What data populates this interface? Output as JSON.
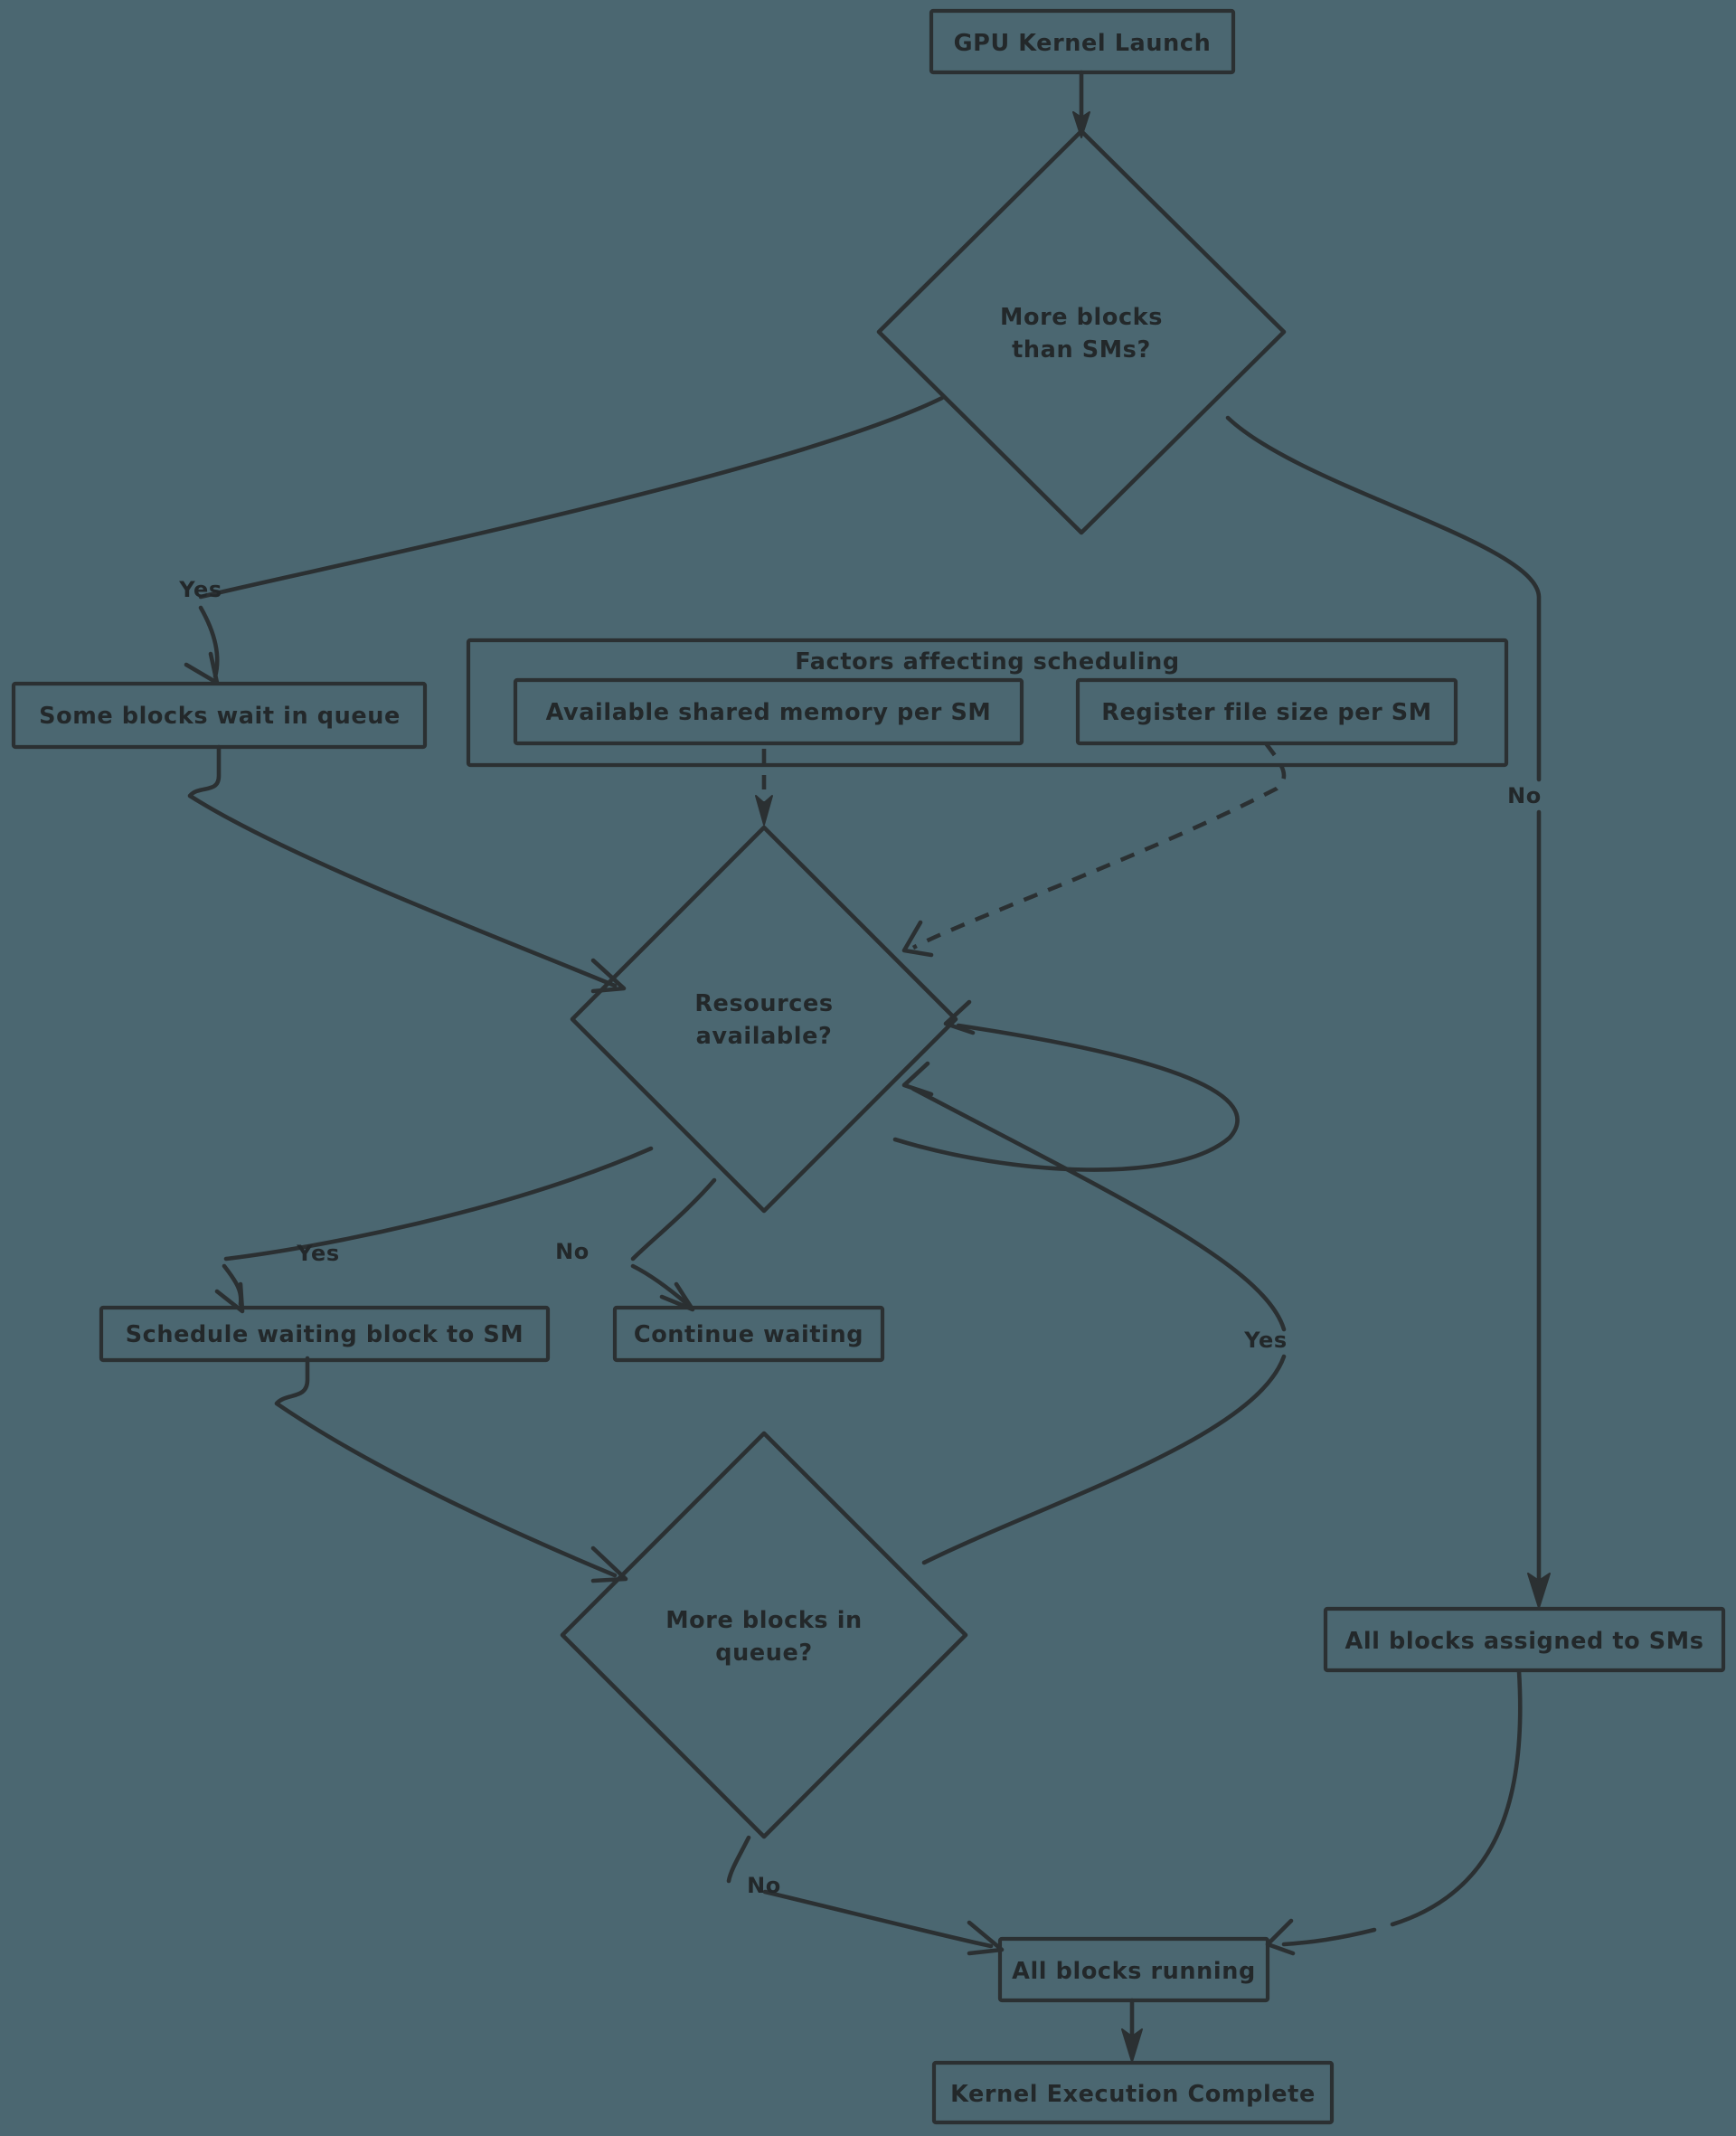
{
  "diagram": {
    "type": "flowchart",
    "title": "GPU Block Scheduling Flowchart",
    "background_color": "#4b6771",
    "stroke_color": "#2b3032",
    "style": "hand-drawn sketch"
  },
  "nodes": {
    "start": {
      "label": "GPU Kernel Launch",
      "shape": "rect"
    },
    "more_blocks_than_sms": {
      "label_line1": "More blocks",
      "label_line2": "than SMs?",
      "shape": "diamond"
    },
    "some_blocks_wait": {
      "label": "Some blocks wait in queue",
      "shape": "rect"
    },
    "resources_available": {
      "label_line1": "Resources",
      "label_line2": "available?",
      "shape": "diamond"
    },
    "schedule_block": {
      "label": "Schedule waiting block to SM",
      "shape": "rect"
    },
    "continue_waiting": {
      "label": "Continue waiting",
      "shape": "rect"
    },
    "more_blocks_in_queue": {
      "label_line1": "More blocks in",
      "label_line2": "queue?",
      "shape": "diamond"
    },
    "all_blocks_assigned": {
      "label": "All blocks assigned to SMs",
      "shape": "rect"
    },
    "all_blocks_running": {
      "label": "All blocks running",
      "shape": "rect"
    },
    "kernel_complete": {
      "label": "Kernel Execution Complete",
      "shape": "rect"
    }
  },
  "cluster": {
    "title": "Factors affecting scheduling",
    "members": [
      {
        "label": "Available shared memory per SM"
      },
      {
        "label": "Register file size per SM"
      }
    ]
  },
  "edge_labels": {
    "more_blocks_yes": "Yes",
    "more_blocks_no": "No",
    "resources_yes": "Yes",
    "resources_no": "No",
    "queue_yes": "Yes",
    "queue_no": "No"
  }
}
